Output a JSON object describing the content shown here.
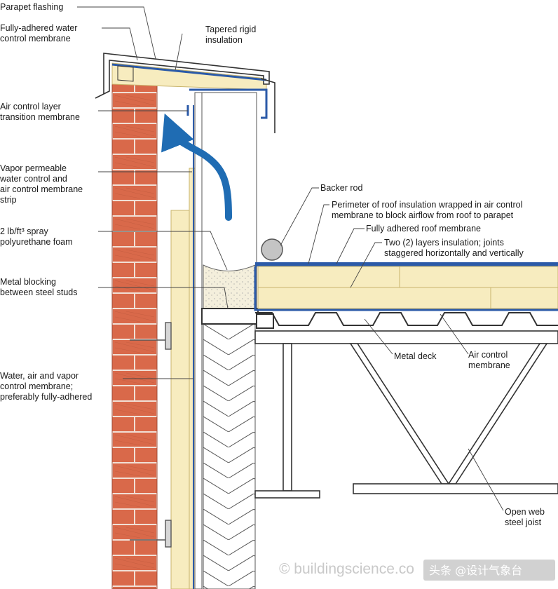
{
  "labels": {
    "parapet_flashing": "Parapet flashing",
    "fully_adhered_water_1": "Fully-adhered water",
    "fully_adhered_water_2": "control membrane",
    "tapered_rigid_1": "Tapered rigid",
    "tapered_rigid_2": "insulation",
    "air_control_transition_1": "Air control layer",
    "air_control_transition_2": "transition membrane",
    "vapor_permeable_1": "Vapor permeable",
    "vapor_permeable_2": "water control and",
    "vapor_permeable_3": "air control membrane",
    "vapor_permeable_4": "strip",
    "spray_foam_1": "2 lb/ft³ spray",
    "spray_foam_2": "polyurethane foam",
    "metal_blocking_1": "Metal blocking",
    "metal_blocking_2": "between steel studs",
    "wavc_membrane_1": "Water, air and vapor",
    "wavc_membrane_2": "control membrane;",
    "wavc_membrane_3": "preferably fully-adhered",
    "backer_rod": "Backer rod",
    "perimeter_1": "Perimeter of roof insulation wrapped in air control",
    "perimeter_2": "membrane to block airflow from roof to parapet",
    "fully_adhered_roof": "Fully adhered roof membrane",
    "two_layers_1": "Two (2) layers insulation; joints",
    "two_layers_2": "staggered horizontally and vertically",
    "metal_deck": "Metal deck",
    "air_control_membrane_1": "Air control",
    "air_control_membrane_2": "membrane",
    "open_web_1": "Open web",
    "open_web_2": "steel joist"
  },
  "watermark": {
    "source": "© buildingscience.co",
    "platform": "头条 @设计气象台"
  },
  "colors": {
    "brick": "#d9694a",
    "brick_mortar": "#f1dfd5",
    "insulation": "#f7ecbf",
    "insulation_edge": "#c9b56e",
    "membrane": "#2b5aa8",
    "airflow_arrow": "#1f6cb3",
    "steel": "#6a6a6a",
    "spray_foam": "#f4efdc"
  }
}
